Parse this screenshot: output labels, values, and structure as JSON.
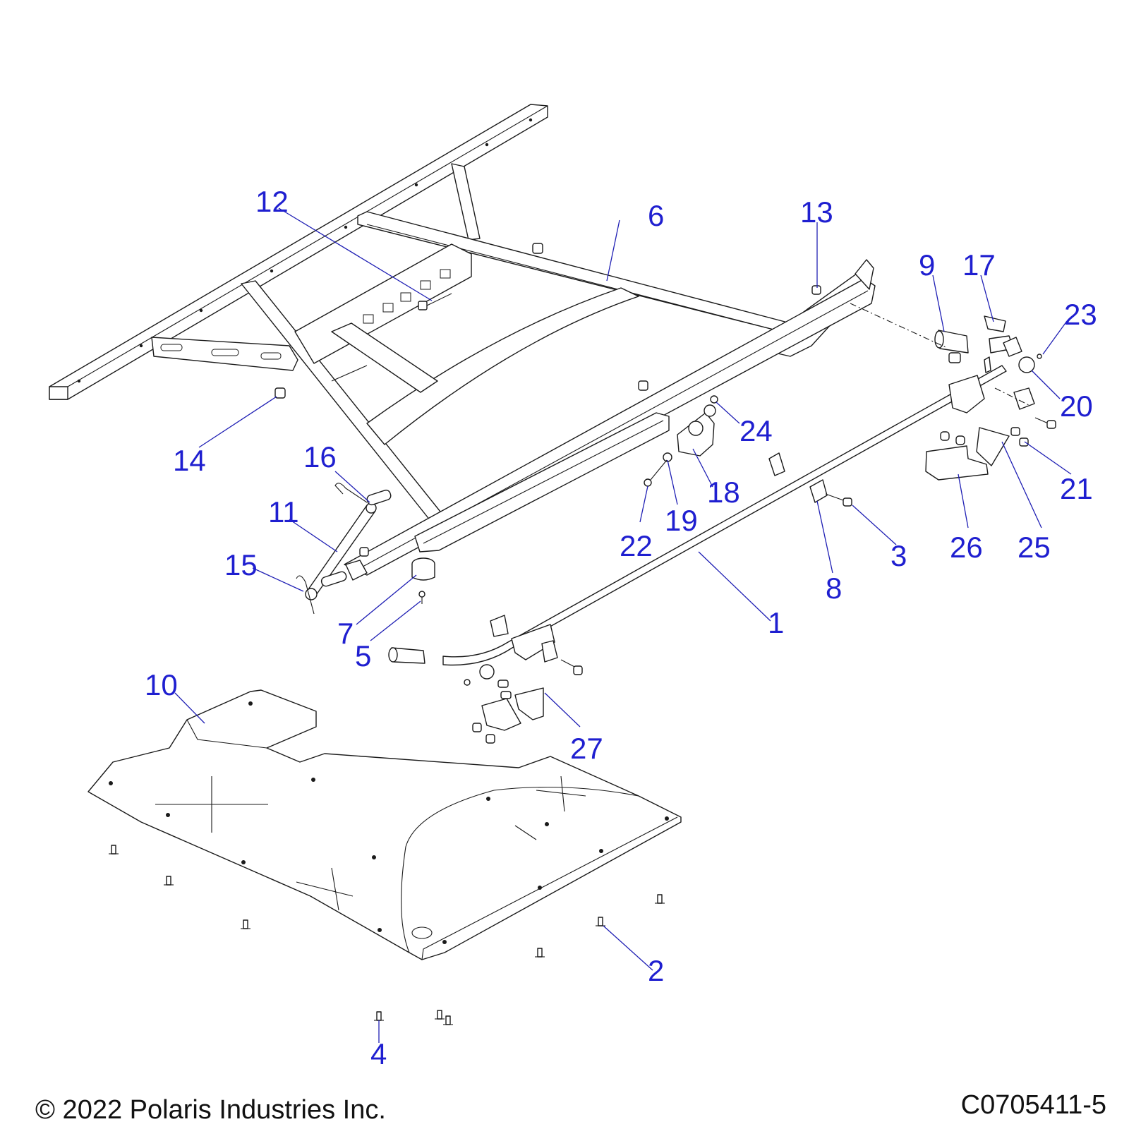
{
  "footer": {
    "copyright": "© 2022 Polaris Industries Inc.",
    "drawing_number": "C0705411-5"
  },
  "callouts": {
    "c1": "1",
    "c2": "2",
    "c3": "3",
    "c4": "4",
    "c5": "5",
    "c6": "6",
    "c7": "7",
    "c8": "8",
    "c9": "9",
    "c10": "10",
    "c11": "11",
    "c12": "12",
    "c13": "13",
    "c14": "14",
    "c15": "15",
    "c16": "16",
    "c17": "17",
    "c18": "18",
    "c19": "19",
    "c20": "20",
    "c21": "21",
    "c22": "22",
    "c23": "23",
    "c24": "24",
    "c25": "25",
    "c26": "26",
    "c27": "27"
  },
  "colors": {
    "callout_text": "#1f1fd0",
    "leader_line": "#1f1fb4",
    "line_art": "#1a1a1a"
  }
}
